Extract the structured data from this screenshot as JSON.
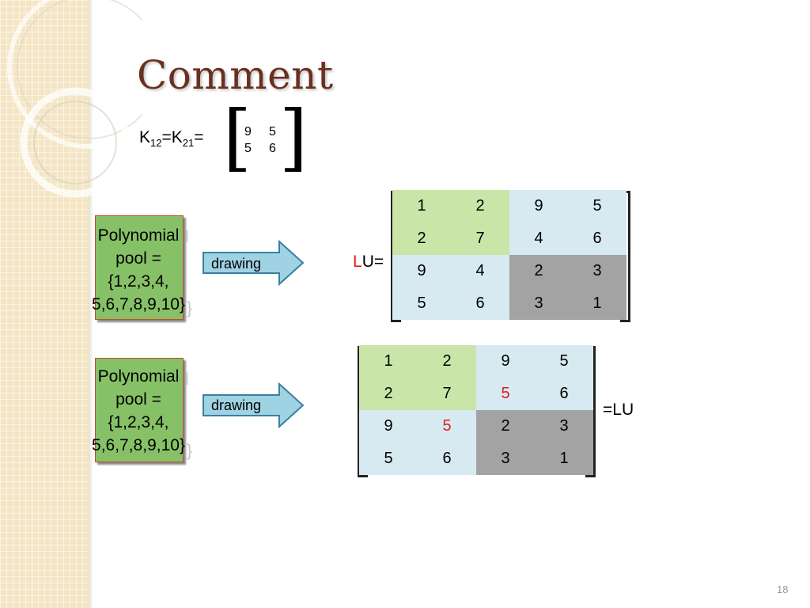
{
  "slide": {
    "title": "Comment",
    "page_number": "18"
  },
  "k_matrix": {
    "label_K": "K",
    "sub1": "12",
    "label_eq": "=K",
    "sub2": "21",
    "label_tail": "=",
    "rows": [
      [
        "9",
        "5"
      ],
      [
        "5",
        "6"
      ]
    ]
  },
  "pool_top": {
    "lines": [
      "Polynomial",
      "pool =",
      "{1,2,3,4,",
      "5,6,7,8,9,10}"
    ],
    "arrow_label": "drawing"
  },
  "pool_bottom": {
    "lines": [
      "Polynomial",
      "pool =",
      "{1,2,3,4,",
      "5,6,7,8,9,10}"
    ],
    "arrow_label": "drawing"
  },
  "lu_top": {
    "label_red": "L",
    "label_rest": "U=",
    "rows": [
      [
        "1",
        "2",
        "9",
        "5"
      ],
      [
        "2",
        "7",
        "4",
        "6"
      ],
      [
        "9",
        "4",
        "2",
        "3"
      ],
      [
        "5",
        "6",
        "3",
        "1"
      ]
    ]
  },
  "lu_bottom": {
    "label": "=LU",
    "rows": [
      [
        "1",
        "2",
        "9",
        "5"
      ],
      [
        "2",
        "7",
        "5",
        "6"
      ],
      [
        "9",
        "5",
        "2",
        "3"
      ],
      [
        "5",
        "6",
        "3",
        "1"
      ]
    ]
  },
  "colors": {
    "title": "#6b2f20",
    "green_cell": "#c9e6a8",
    "blue_cell": "#d7eaf2",
    "gray_cell": "#a3a3a3",
    "pool_box": "#86c167",
    "arrow_fill": "#9fd2e2",
    "highlight_red": "#e21b1b"
  }
}
